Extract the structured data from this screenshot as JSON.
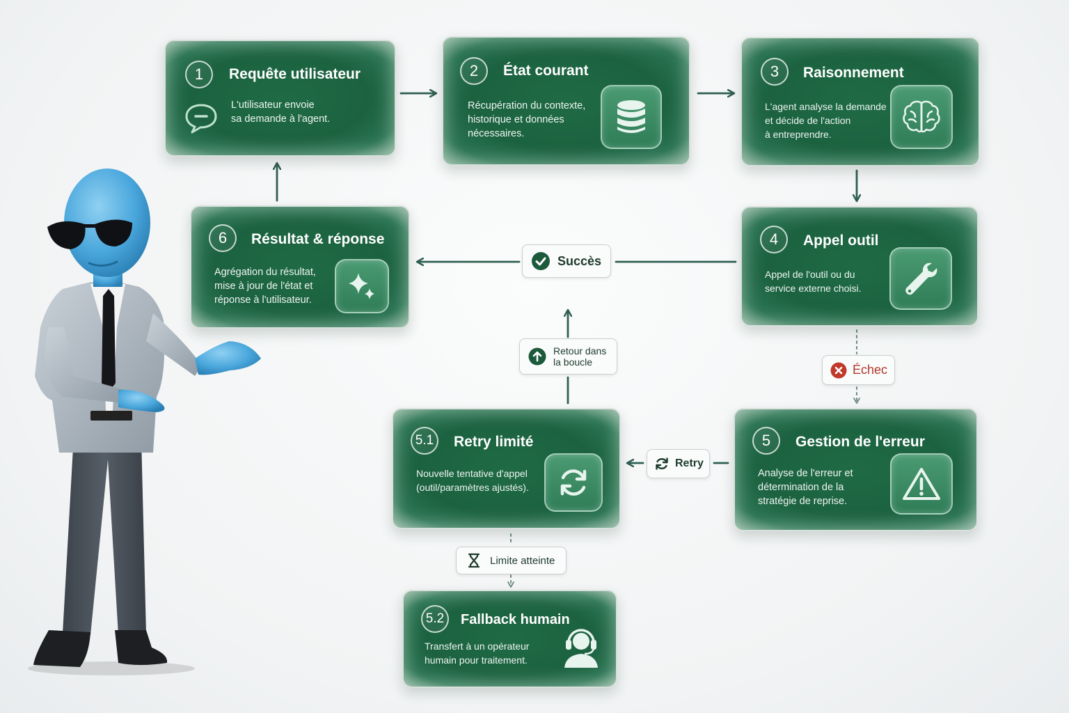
{
  "steps": {
    "s1": {
      "num": "1",
      "title": "Requête utilisateur",
      "desc": [
        "L'utilisateur envoie",
        "sa demande à l'agent."
      ],
      "icon": "chat-bubble-icon"
    },
    "s2": {
      "num": "2",
      "title": "État courant",
      "desc": [
        "Récupération du contexte,",
        "historique et données",
        "nécessaires."
      ],
      "icon": "database-icon"
    },
    "s3": {
      "num": "3",
      "title": "Raisonnement",
      "desc": [
        "L'agent analyse la demande",
        "et décide de l'action",
        "à entreprendre."
      ],
      "icon": "brain-icon"
    },
    "s4": {
      "num": "4",
      "title": "Appel outil",
      "desc": [
        "Appel de l'outil ou du",
        "service externe choisi."
      ],
      "icon": "wrench-icon"
    },
    "s5": {
      "num": "5",
      "title": "Gestion de l'erreur",
      "desc": [
        "Analyse de l'erreur et",
        "détermination de la",
        "stratégie de reprise."
      ],
      "icon": "warning-icon"
    },
    "s51": {
      "num": "5.1",
      "title": "Retry limité",
      "desc": [
        "Nouvelle tentative d'appel",
        "(outil/paramètres ajustés)."
      ],
      "icon": "refresh-icon"
    },
    "s52": {
      "num": "5.2",
      "title": "Fallback humain",
      "desc": [
        "Transfert à un opérateur",
        "humain pour traitement."
      ],
      "icon": "headset-icon"
    },
    "s6": {
      "num": "6",
      "title": "Résultat & réponse",
      "desc": [
        "Agrégation du résultat,",
        "mise à jour de l'état et",
        "réponse à l'utilisateur."
      ],
      "icon": "sparkle-icon"
    }
  },
  "labels": {
    "success": "Succès",
    "failure": "Échec",
    "retry": "Retry",
    "loop_back": [
      "Retour dans",
      "la boucle"
    ],
    "limit": "Limite atteinte"
  },
  "colors": {
    "card_green": "#1f6b45",
    "arrow": "#2f5f52",
    "success_check": "#1c5a3c",
    "failure_red": "#c0392b"
  }
}
